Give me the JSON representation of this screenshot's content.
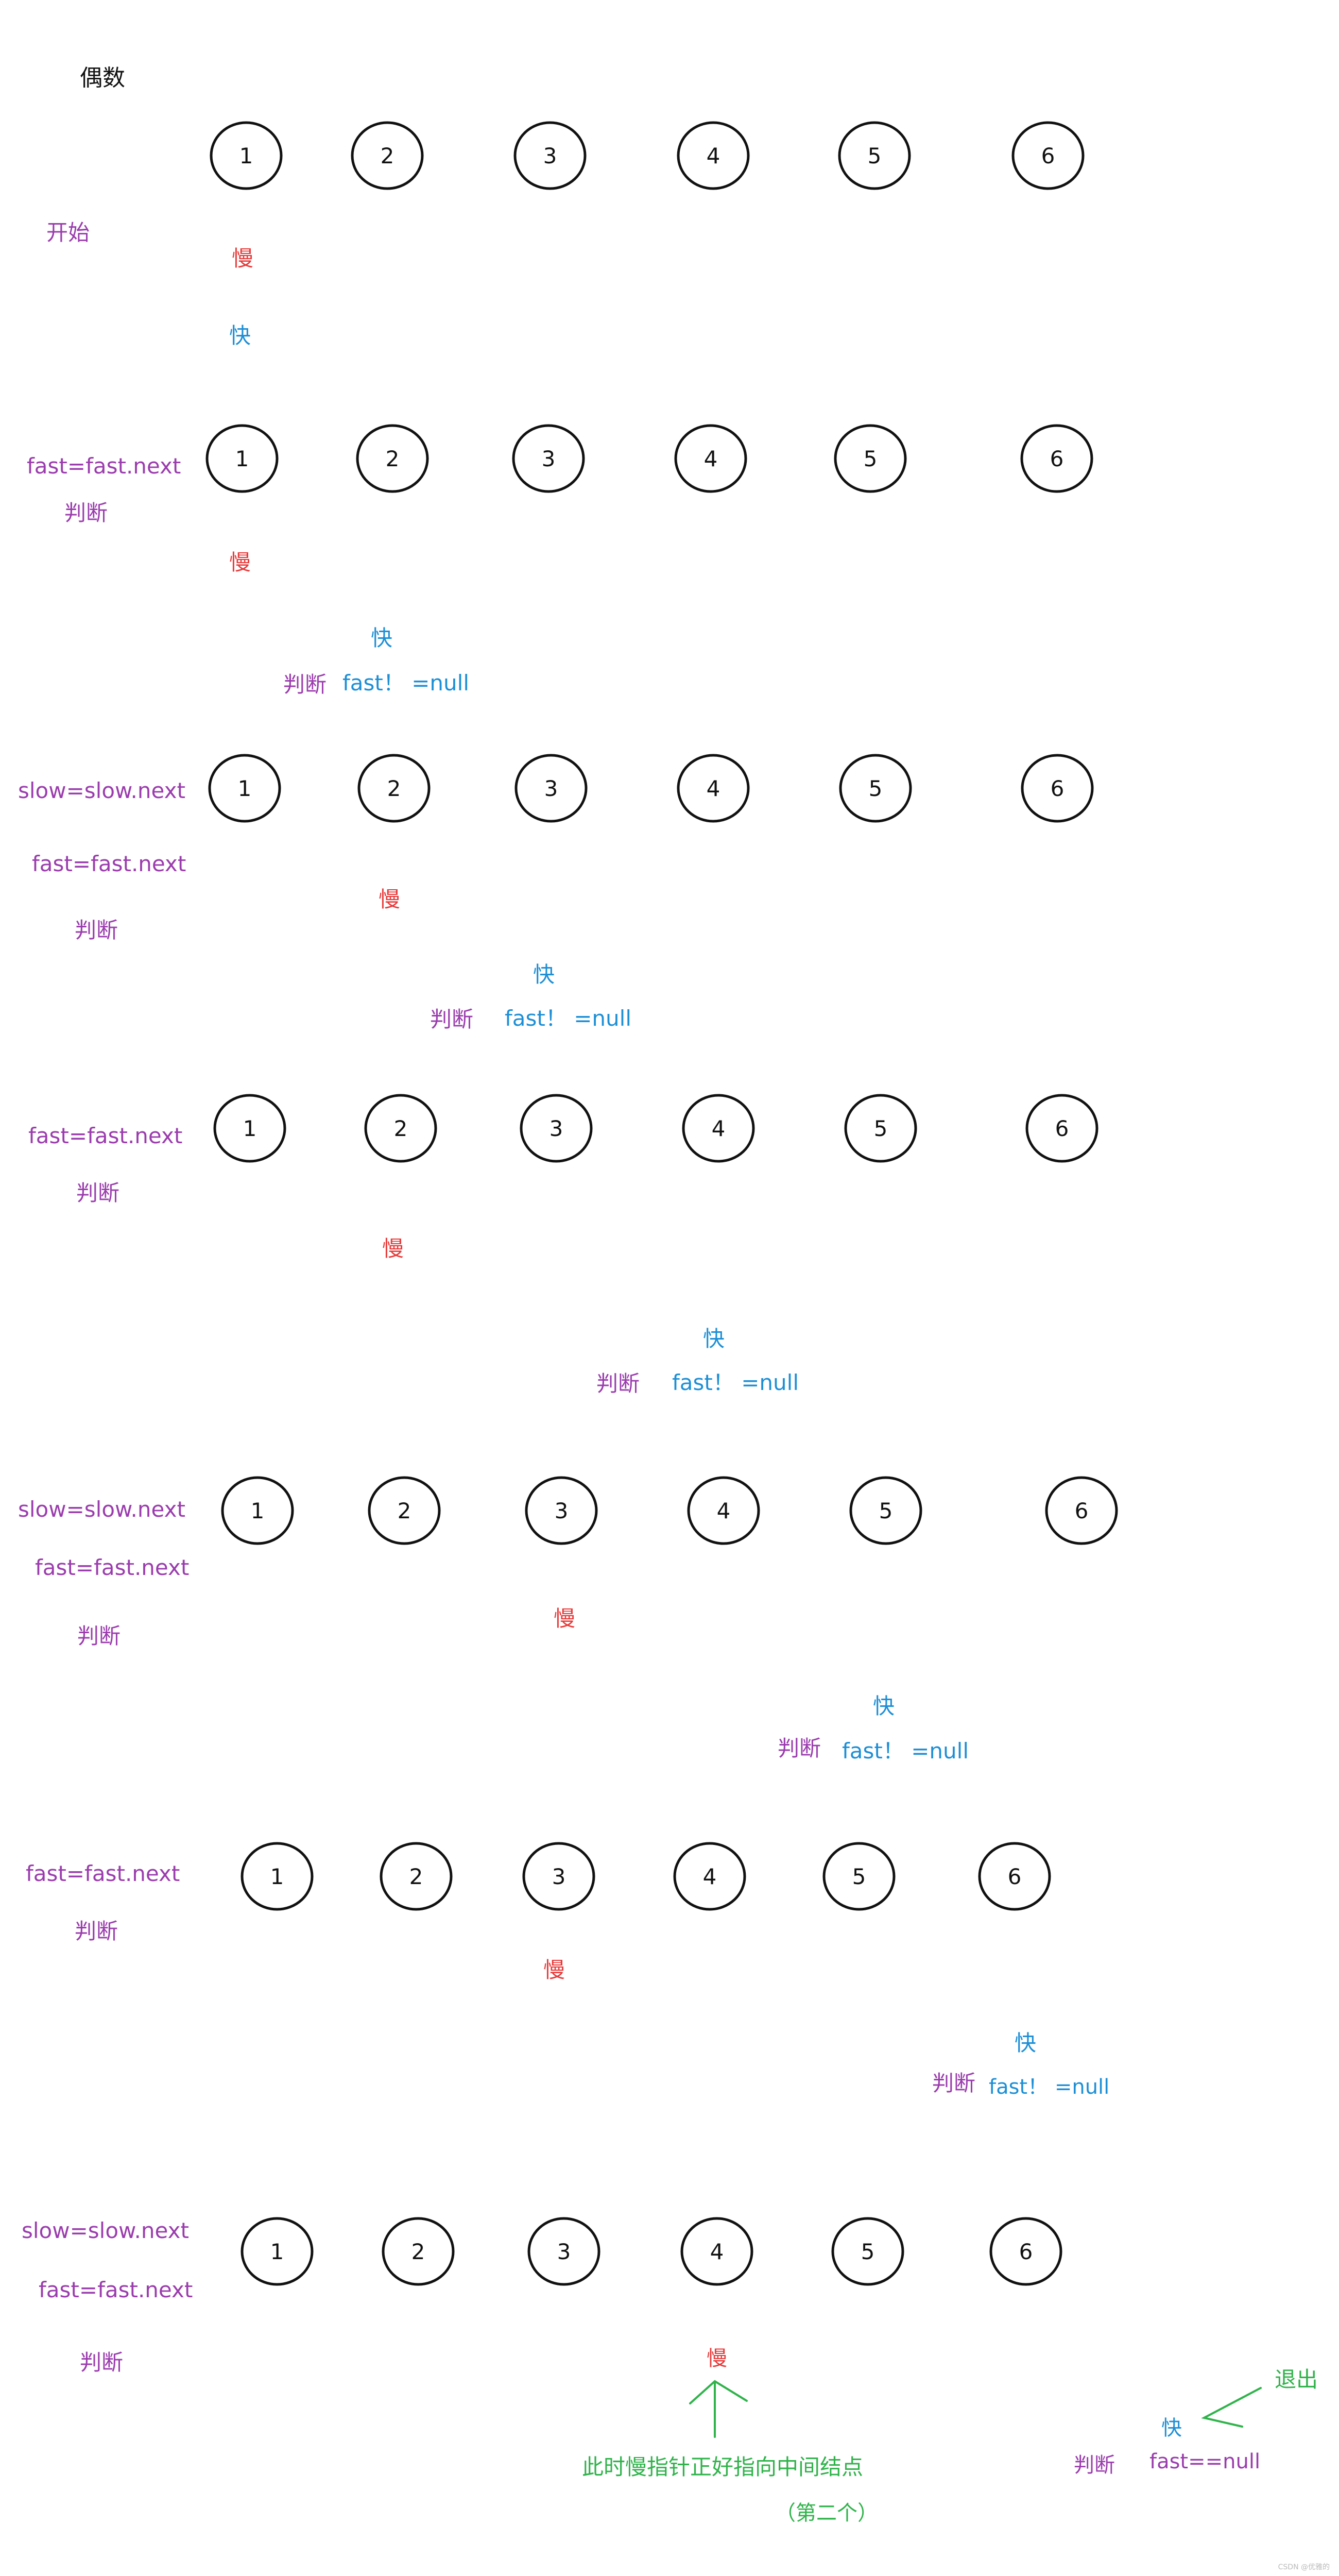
{
  "title": "偶数",
  "nodes": [
    "1",
    "2",
    "3",
    "4",
    "5",
    "6"
  ],
  "labels": {
    "start": "开始",
    "slow": "慢",
    "fast": "快",
    "fast_next": "fast=fast.next",
    "slow_next": "slow=slow.next",
    "judge": "判断",
    "fast_not_null": "fast！ =null",
    "fast_is_null": "fast==null",
    "exit": "退出",
    "middle_note": "此时慢指针正好指向中间结点",
    "second": "（第二个）"
  },
  "colors": {
    "purple": "#9b3cae",
    "red": "#e83a3a",
    "blue": "#1d8fd6",
    "green": "#2fb34a",
    "circle": "#111111"
  }
}
